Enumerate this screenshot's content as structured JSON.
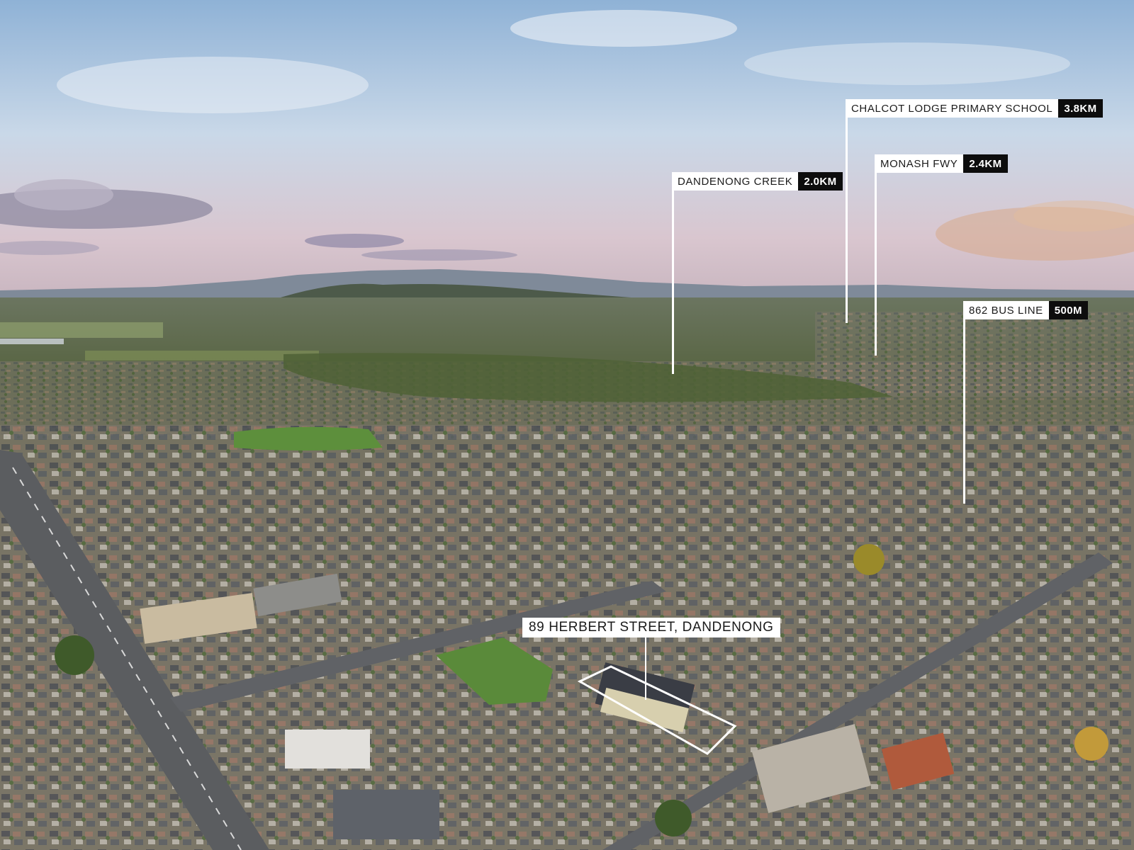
{
  "photo": {
    "colors": {
      "sky_top": "#8fb2d6",
      "sky_mid": "#c9d8e8",
      "horizon": "#d9c6cf",
      "dusk_cloud": "#d7a98a",
      "mountains": "#7f8a99",
      "far_land": "#5d6b4e",
      "suburb": "#7d786a",
      "lawn": "#5a8a3a"
    }
  },
  "callouts": [
    {
      "id": "chalcot",
      "name": "CHALCOT LODGE PRIMARY SCHOOL",
      "distance": "3.8KM"
    },
    {
      "id": "monash",
      "name": "MONASH FWY",
      "distance": "2.4KM"
    },
    {
      "id": "dandenong-creek",
      "name": "DANDENONG CREEK",
      "distance": "2.0KM"
    },
    {
      "id": "bus",
      "name": "862 BUS LINE",
      "distance": "500M"
    }
  ],
  "property": {
    "address": "89 HERBERT STREET, DANDENONG"
  }
}
